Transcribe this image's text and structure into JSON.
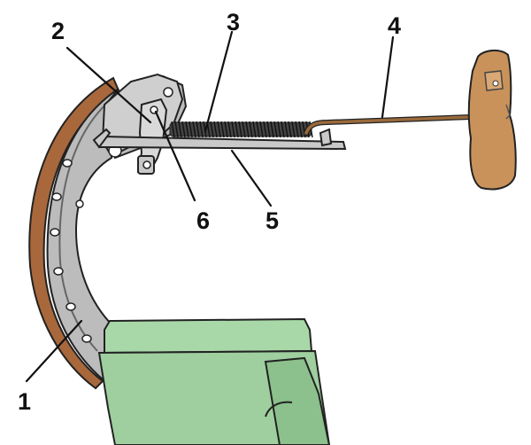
{
  "callouts": [
    {
      "id": "1",
      "label": "1"
    },
    {
      "id": "2",
      "label": "2"
    },
    {
      "id": "3",
      "label": "3"
    },
    {
      "id": "4",
      "label": "4"
    },
    {
      "id": "5",
      "label": "5"
    },
    {
      "id": "6",
      "label": "6"
    }
  ],
  "colors": {
    "lining": "#a8683c",
    "shoe_web": "#b9b9b9",
    "spring": "#3a3a3a",
    "rod": "#9a6a3c",
    "hammer": "#c8925a",
    "vise": "#9fcf9f",
    "outline": "#222222"
  }
}
